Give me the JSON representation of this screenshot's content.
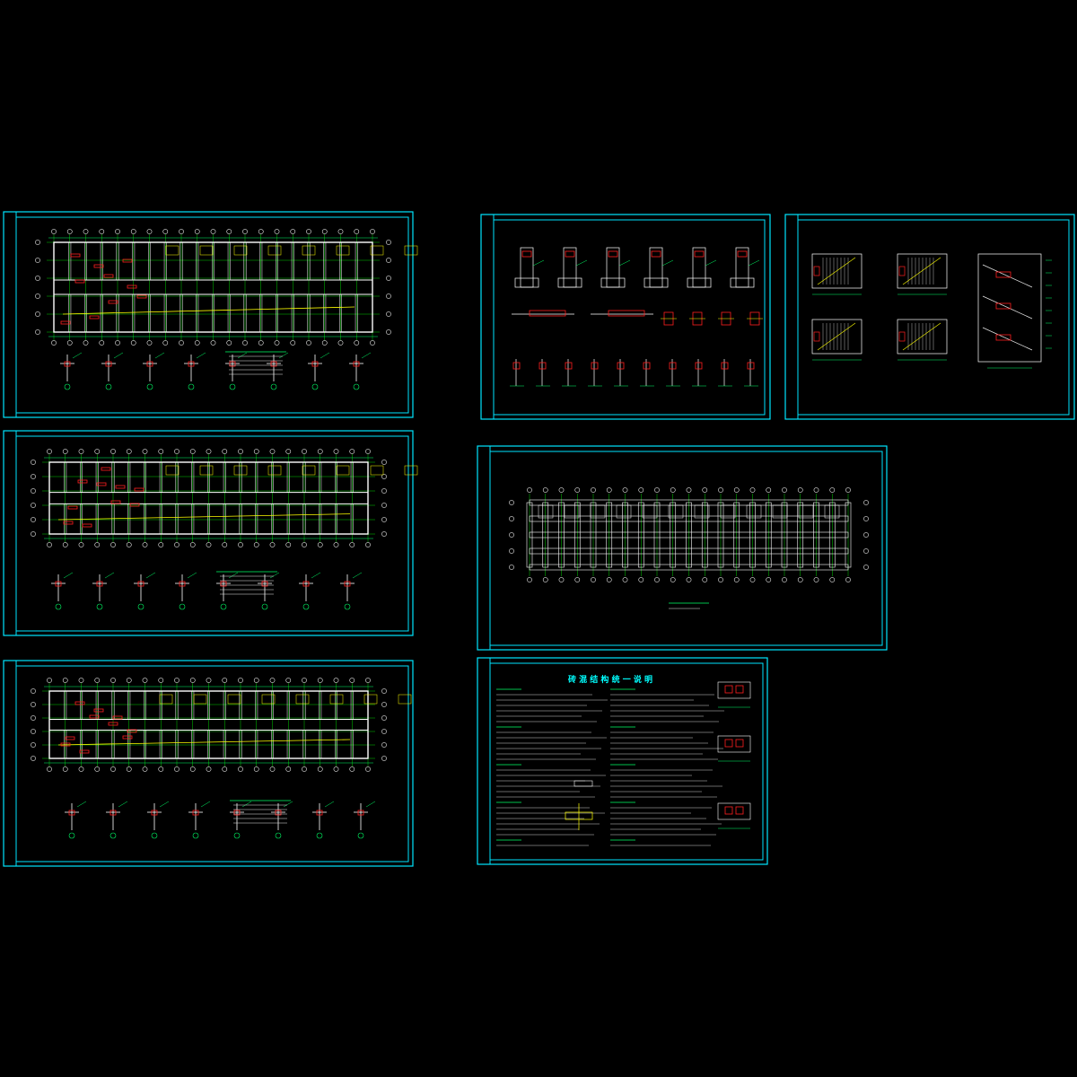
{
  "drawing": {
    "background": "#000000",
    "colors": {
      "frame": "#00e5ff",
      "grid": "#e8e8e8",
      "axis": "#00ff00",
      "wall": "#ffffff",
      "rebar": "#ff2020",
      "beam": "#ffff00",
      "text": "#00ffff",
      "dim": "#00ff66"
    },
    "sheets": [
      {
        "id": "floor-plan-1",
        "kind": "plan"
      },
      {
        "id": "section-details",
        "kind": "details"
      },
      {
        "id": "stair-details",
        "kind": "stairs"
      },
      {
        "id": "floor-plan-2",
        "kind": "plan"
      },
      {
        "id": "foundation-plan",
        "kind": "foundation"
      },
      {
        "id": "floor-plan-3",
        "kind": "plan"
      },
      {
        "id": "general-notes",
        "kind": "notes"
      }
    ],
    "notes_title": "砖 混 结 构 统 一 说 明"
  }
}
